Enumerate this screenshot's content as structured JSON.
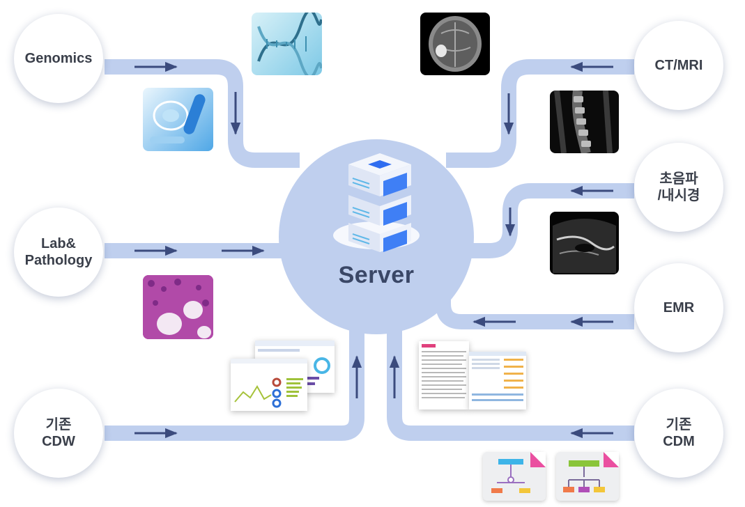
{
  "server": {
    "label": "Server"
  },
  "sources": {
    "genomics": "Genomics",
    "lab_pathology": "Lab&\nPathology",
    "cdw": "기존\nCDW",
    "ct_mri": "CT/MRI",
    "ultrasound_endoscopy": "초음파\n/내시경",
    "emr": "EMR",
    "cdm": "기존\nCDM"
  },
  "icons": {
    "genomics_image": "dna-helix-image",
    "lab_image": "lab-flask-image",
    "mri_image": "brain-mri-image",
    "spine_image": "spine-mri-image",
    "ultrasound_image": "ultrasound-image",
    "pathology_image": "pathology-slide-image",
    "dashboard_image": "cdw-dashboard-image",
    "emr_form_image": "emr-form-image",
    "cdm_files": "flowchart-document-icon"
  },
  "colors": {
    "pipe": "#bfcfee",
    "arrow": "#3b4b7d",
    "hub": "#bfcfee",
    "text": "#3a3f4a"
  }
}
